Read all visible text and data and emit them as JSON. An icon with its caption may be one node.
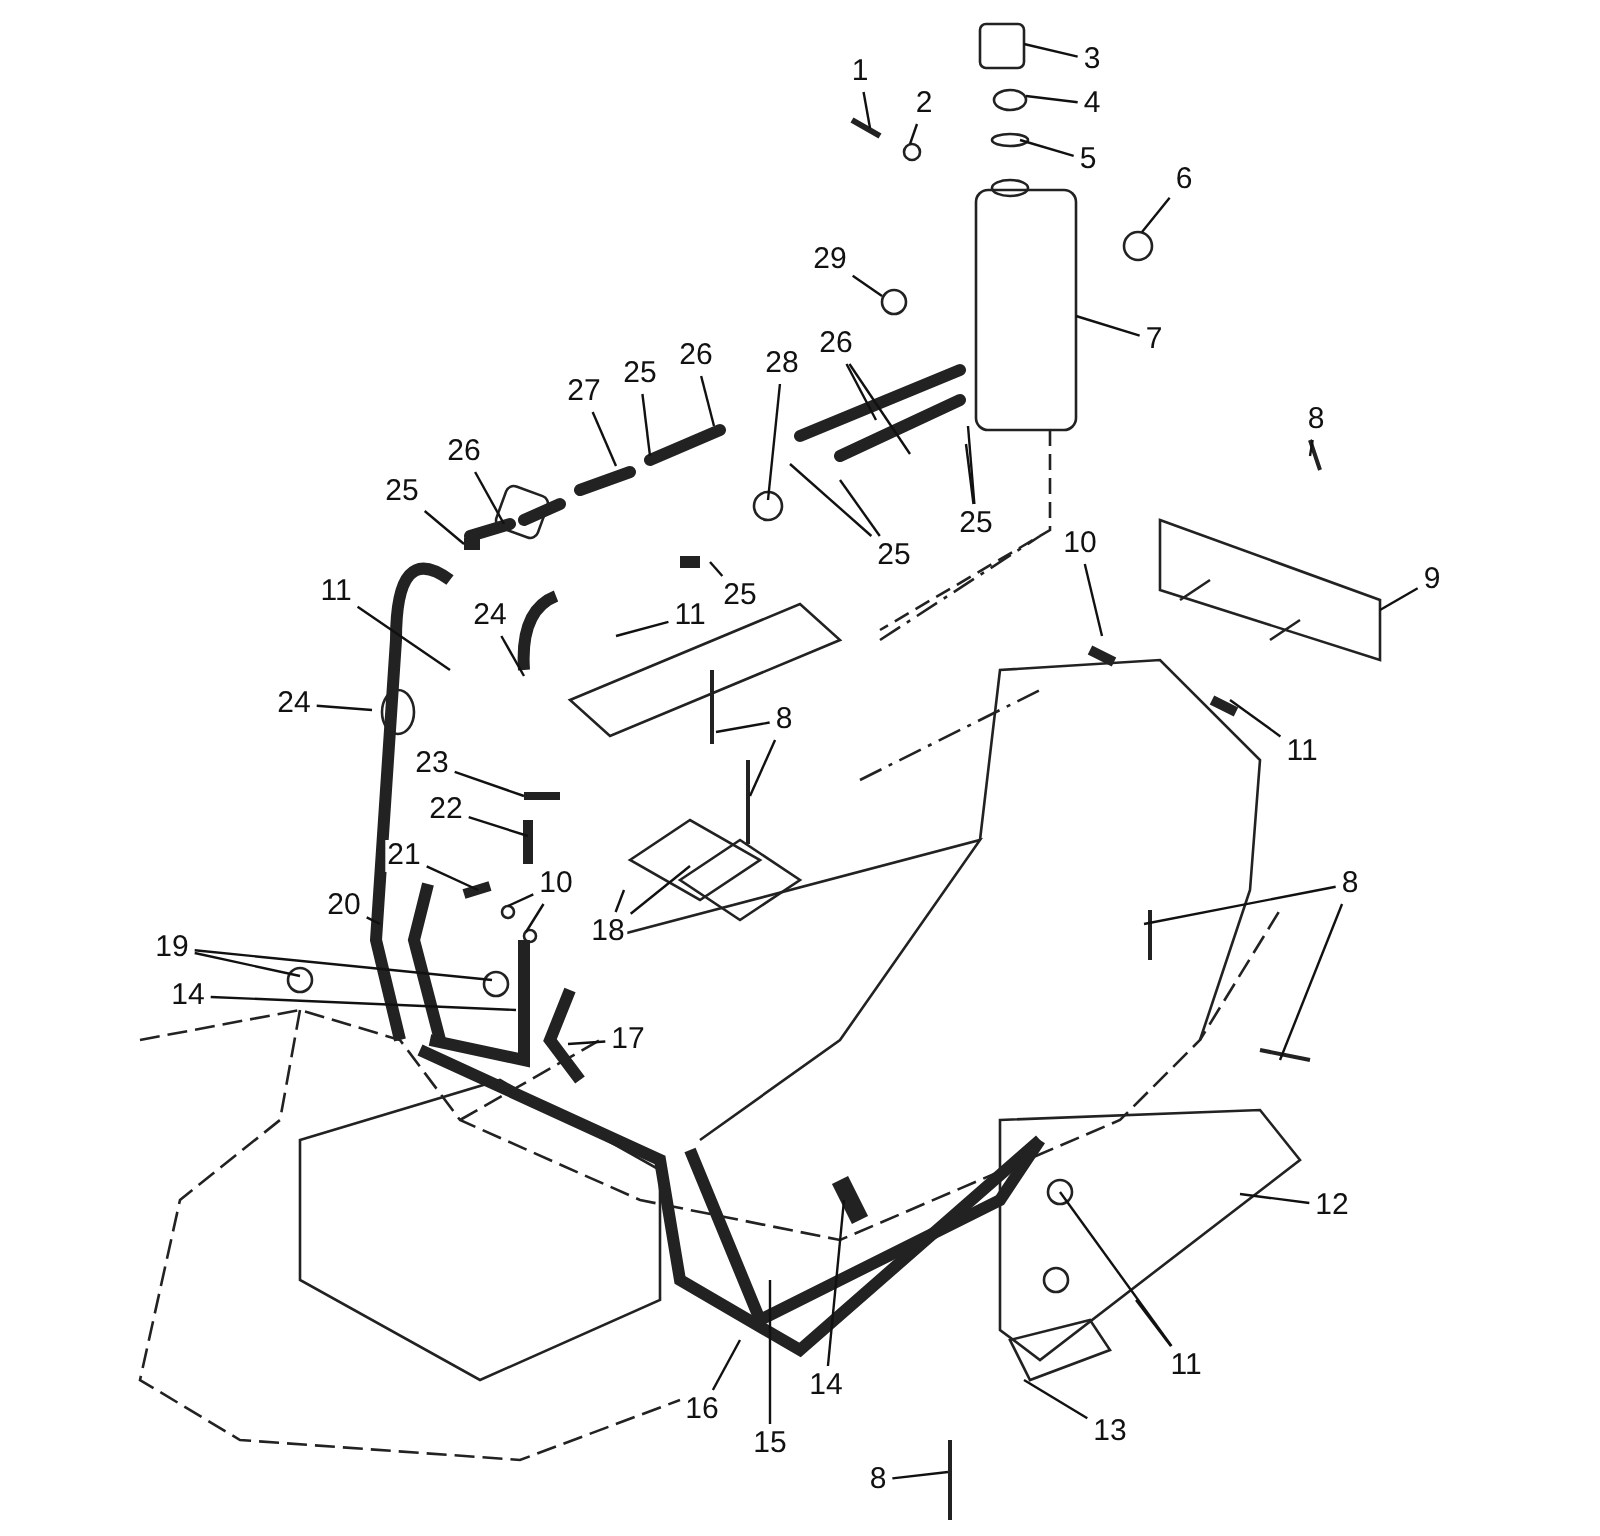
{
  "diagram": {
    "nodes": [
      {
        "text": [
          "1"
        ]
      },
      {
        "text": [
          "2"
        ]
      },
      {
        "text": [
          "3"
        ]
      },
      {
        "text": [
          "4"
        ]
      },
      {
        "text": [
          "5"
        ]
      },
      {
        "text": [
          "6"
        ]
      },
      {
        "text": [
          "7"
        ]
      },
      {
        "text": [
          "8"
        ]
      },
      {
        "text": [
          "9"
        ]
      },
      {
        "text": [
          "10"
        ]
      },
      {
        "text": [
          "11"
        ]
      },
      {
        "text": [
          "29"
        ]
      },
      {
        "text": [
          "26"
        ]
      },
      {
        "text": [
          "25"
        ]
      },
      {
        "text": [
          "25"
        ]
      },
      {
        "text": [
          "28"
        ]
      },
      {
        "text": [
          "26"
        ]
      },
      {
        "text": [
          "25"
        ]
      },
      {
        "text": [
          "27"
        ]
      },
      {
        "text": [
          "26"
        ]
      },
      {
        "text": [
          "25"
        ]
      },
      {
        "text": [
          "25"
        ]
      },
      {
        "text": [
          "11"
        ]
      },
      {
        "text": [
          "24"
        ]
      },
      {
        "text": [
          "11"
        ]
      },
      {
        "text": [
          "24"
        ]
      },
      {
        "text": [
          "23"
        ]
      },
      {
        "text": [
          "22"
        ]
      },
      {
        "text": [
          "21"
        ]
      },
      {
        "text": [
          "10"
        ]
      },
      {
        "text": [
          "20"
        ]
      },
      {
        "text": [
          "19"
        ]
      },
      {
        "text": [
          "14"
        ]
      },
      {
        "text": [
          "17"
        ]
      },
      {
        "text": [
          "18"
        ]
      },
      {
        "text": [
          "8"
        ]
      },
      {
        "text": [
          "8"
        ]
      },
      {
        "text": [
          "12"
        ]
      },
      {
        "text": [
          "11"
        ]
      },
      {
        "text": [
          "14"
        ]
      },
      {
        "text": [
          "15"
        ]
      },
      {
        "text": [
          "16"
        ]
      },
      {
        "text": [
          "13"
        ]
      },
      {
        "text": [
          "8"
        ]
      }
    ],
    "edges": [
      {
        "from": 0,
        "to": null,
        "arrow": "none"
      },
      {
        "from": 1,
        "to": null,
        "arrow": "none"
      },
      {
        "from": 2,
        "to": null,
        "arrow": "none"
      },
      {
        "from": 3,
        "to": null,
        "arrow": "none"
      },
      {
        "from": 4,
        "to": null,
        "arrow": "none"
      },
      {
        "from": 5,
        "to": null,
        "arrow": "none"
      },
      {
        "from": 6,
        "to": null,
        "arrow": "none"
      },
      {
        "from": 7,
        "to": null,
        "arrow": "none"
      },
      {
        "from": 8,
        "to": null,
        "arrow": "none"
      },
      {
        "from": 9,
        "to": null,
        "arrow": "none"
      },
      {
        "from": 10,
        "to": null,
        "arrow": "none"
      },
      {
        "from": 11,
        "to": null,
        "arrow": "none"
      },
      {
        "from": 12,
        "to": null,
        "arrow": "none"
      },
      {
        "from": 12,
        "to": null,
        "arrow": "none"
      },
      {
        "from": 13,
        "to": null,
        "arrow": "none"
      },
      {
        "from": 13,
        "to": null,
        "arrow": "none"
      },
      {
        "from": 14,
        "to": null,
        "arrow": "none"
      },
      {
        "from": 14,
        "to": null,
        "arrow": "none"
      },
      {
        "from": 15,
        "to": null,
        "arrow": "none"
      },
      {
        "from": 16,
        "to": null,
        "arrow": "none"
      },
      {
        "from": 17,
        "to": null,
        "arrow": "none"
      },
      {
        "from": 18,
        "to": null,
        "arrow": "none"
      },
      {
        "from": 19,
        "to": null,
        "arrow": "none"
      },
      {
        "from": 20,
        "to": null,
        "arrow": "none"
      },
      {
        "from": 21,
        "to": null,
        "arrow": "none"
      },
      {
        "from": 22,
        "to": null,
        "arrow": "none"
      },
      {
        "from": 23,
        "to": null,
        "arrow": "none"
      },
      {
        "from": 24,
        "to": null,
        "arrow": "none"
      },
      {
        "from": 25,
        "to": null,
        "arrow": "none"
      },
      {
        "from": 26,
        "to": null,
        "arrow": "none"
      },
      {
        "from": 27,
        "to": null,
        "arrow": "none"
      },
      {
        "from": 28,
        "to": null,
        "arrow": "none"
      },
      {
        "from": 29,
        "to": null,
        "arrow": "none"
      },
      {
        "from": 29,
        "to": null,
        "arrow": "none"
      },
      {
        "from": 30,
        "to": null,
        "arrow": "none"
      },
      {
        "from": 31,
        "to": null,
        "arrow": "none"
      },
      {
        "from": 31,
        "to": null,
        "arrow": "none"
      },
      {
        "from": 32,
        "to": null,
        "arrow": "none"
      },
      {
        "from": 33,
        "to": null,
        "arrow": "none"
      },
      {
        "from": 34,
        "to": null,
        "arrow": "none"
      },
      {
        "from": 34,
        "to": null,
        "arrow": "none"
      },
      {
        "from": 35,
        "to": null,
        "arrow": "none"
      },
      {
        "from": 35,
        "to": null,
        "arrow": "none"
      },
      {
        "from": 36,
        "to": null,
        "arrow": "none"
      },
      {
        "from": 36,
        "to": null,
        "arrow": "none"
      },
      {
        "from": 37,
        "to": null,
        "arrow": "none"
      },
      {
        "from": 38,
        "to": null,
        "arrow": "none"
      },
      {
        "from": 38,
        "to": null,
        "arrow": "none"
      },
      {
        "from": 39,
        "to": null,
        "arrow": "none"
      },
      {
        "from": 40,
        "to": null,
        "arrow": "none"
      },
      {
        "from": 41,
        "to": null,
        "arrow": "none"
      },
      {
        "from": 42,
        "to": null,
        "arrow": "none"
      },
      {
        "from": 43,
        "to": null,
        "arrow": "none"
      }
    ]
  }
}
